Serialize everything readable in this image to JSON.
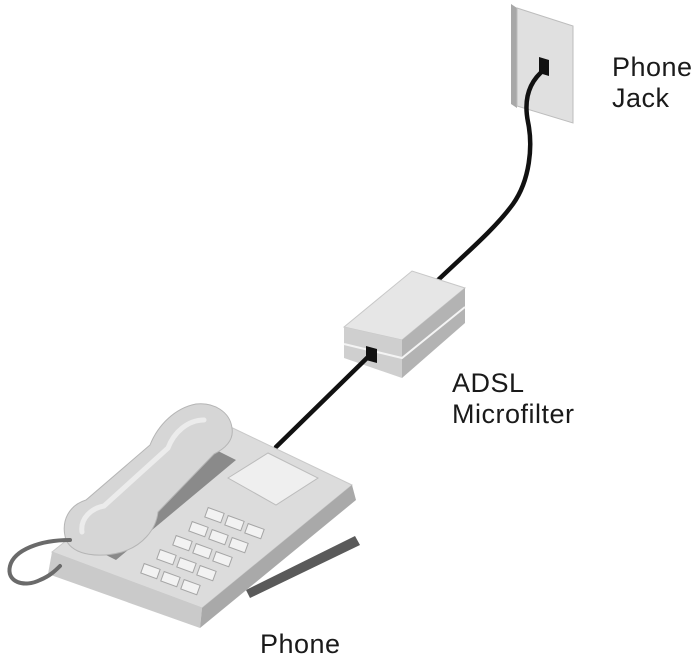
{
  "labels": {
    "phone_jack": [
      "Phone",
      "Jack"
    ],
    "microfilter": [
      "ADSL",
      "Microfilter"
    ],
    "phone": "Phone"
  },
  "colors": {
    "background": "#ffffff",
    "cable": "#111111",
    "device_light": "#e3e3e3",
    "device_mid": "#cfcfcf",
    "device_dark": "#a8a8a8",
    "shadow": "#555555",
    "wall_plate": "#e0e0e0"
  }
}
